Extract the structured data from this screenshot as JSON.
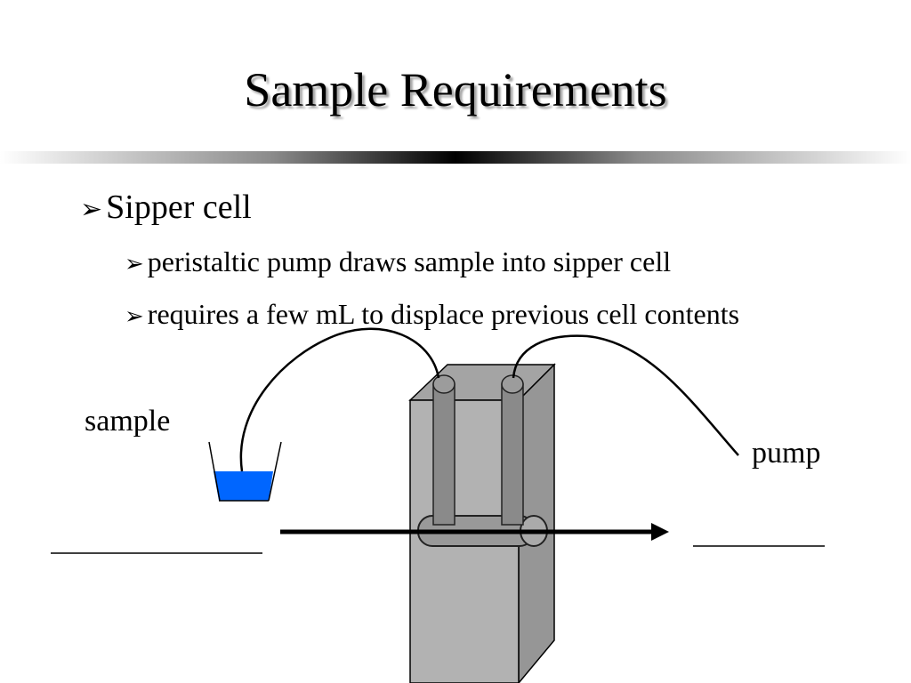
{
  "slide": {
    "title": "Sample Requirements"
  },
  "bullets": [
    {
      "text": "Sipper cell"
    },
    {
      "text": "peristaltic pump draws sample into sipper cell"
    },
    {
      "text": "requires a few mL to displace previous cell contents"
    }
  ],
  "diagram": {
    "sample_label": "sample",
    "pump_label": "pump"
  },
  "colors": {
    "sample_liquid": "#0066ff",
    "cell_body": "#b2b2b2",
    "cell_side": "#969696",
    "cell_top": "#a4a4a4",
    "tubing": "#888888",
    "beam": "#000000"
  },
  "icons": {
    "bullet": "arrowhead-bullet-icon"
  }
}
